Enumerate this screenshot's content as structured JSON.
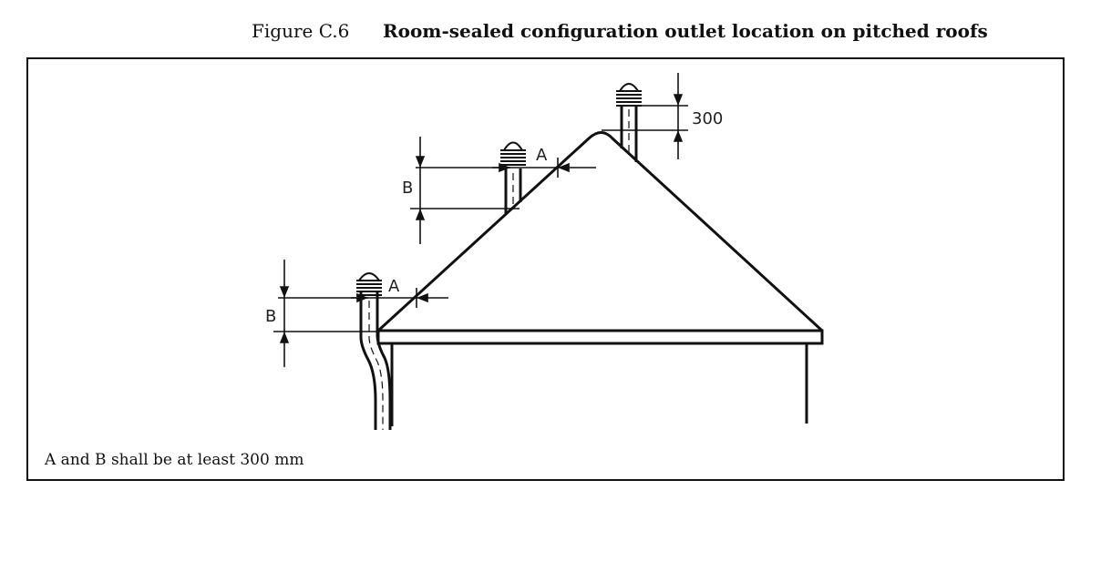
{
  "figure": {
    "number": "Figure C.6",
    "title": "Room-sealed configuration outlet location on pitched roofs"
  },
  "diagram": {
    "labels": {
      "a_upper": "A",
      "b_upper": "B",
      "a_lower": "A",
      "b_lower": "B",
      "ridge_dim": "300"
    }
  },
  "note": "A and B shall be at least 300 mm"
}
